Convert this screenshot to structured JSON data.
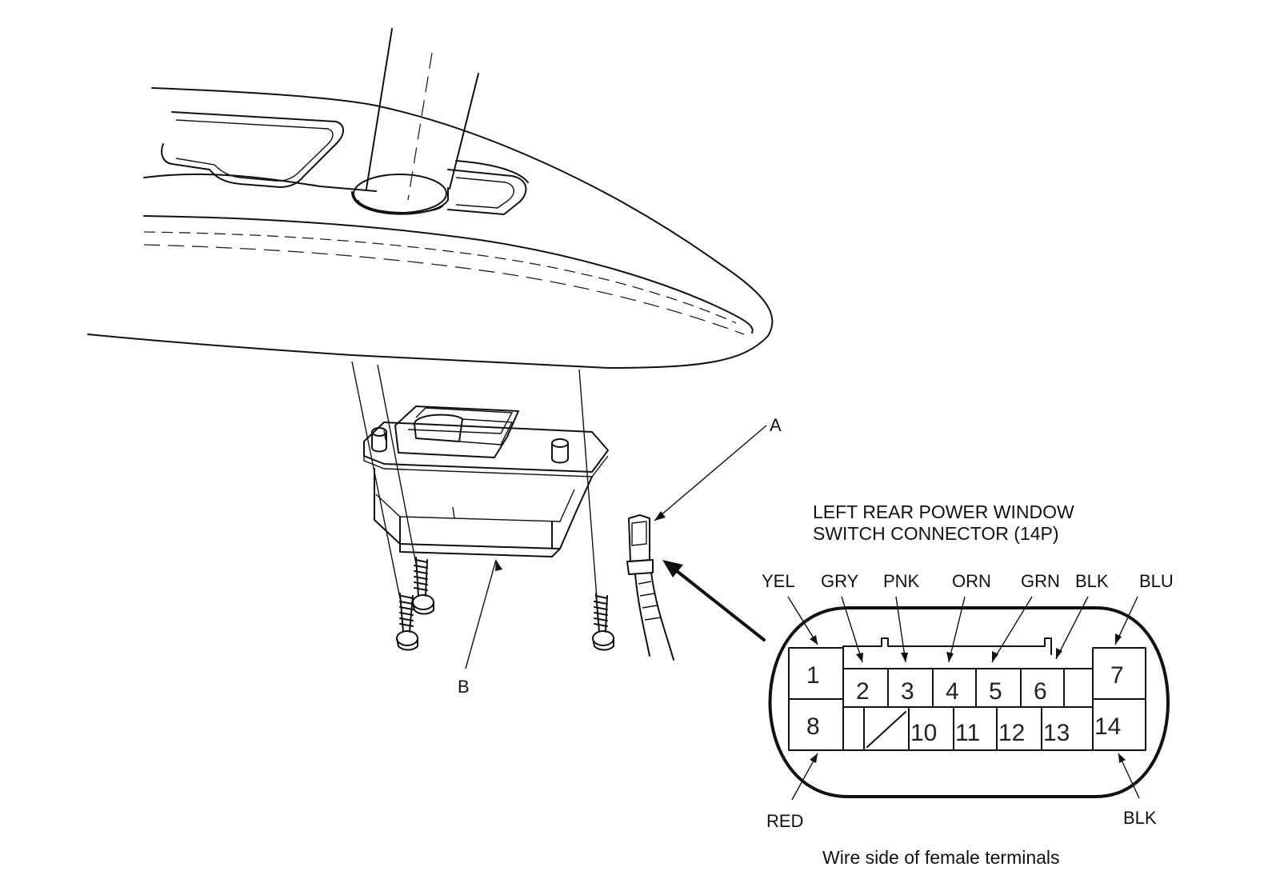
{
  "callouts": {
    "a": "A",
    "b": "B"
  },
  "connector": {
    "title_line1": "LEFT REAR POWER WINDOW",
    "title_line2": "SWITCH CONNECTOR (14P)",
    "caption": "Wire side of female terminals",
    "pins": [
      "1",
      "2",
      "3",
      "4",
      "5",
      "6",
      "7",
      "8",
      "10",
      "11",
      "12",
      "13",
      "14"
    ],
    "wire_colors": {
      "pin1": "YEL",
      "pin2": "GRY",
      "pin3": "PNK",
      "pin4": "ORN",
      "pin5": "GRN",
      "pin6": "BLK",
      "pin7": "BLU",
      "pin8": "RED",
      "pin14": "BLK"
    }
  }
}
